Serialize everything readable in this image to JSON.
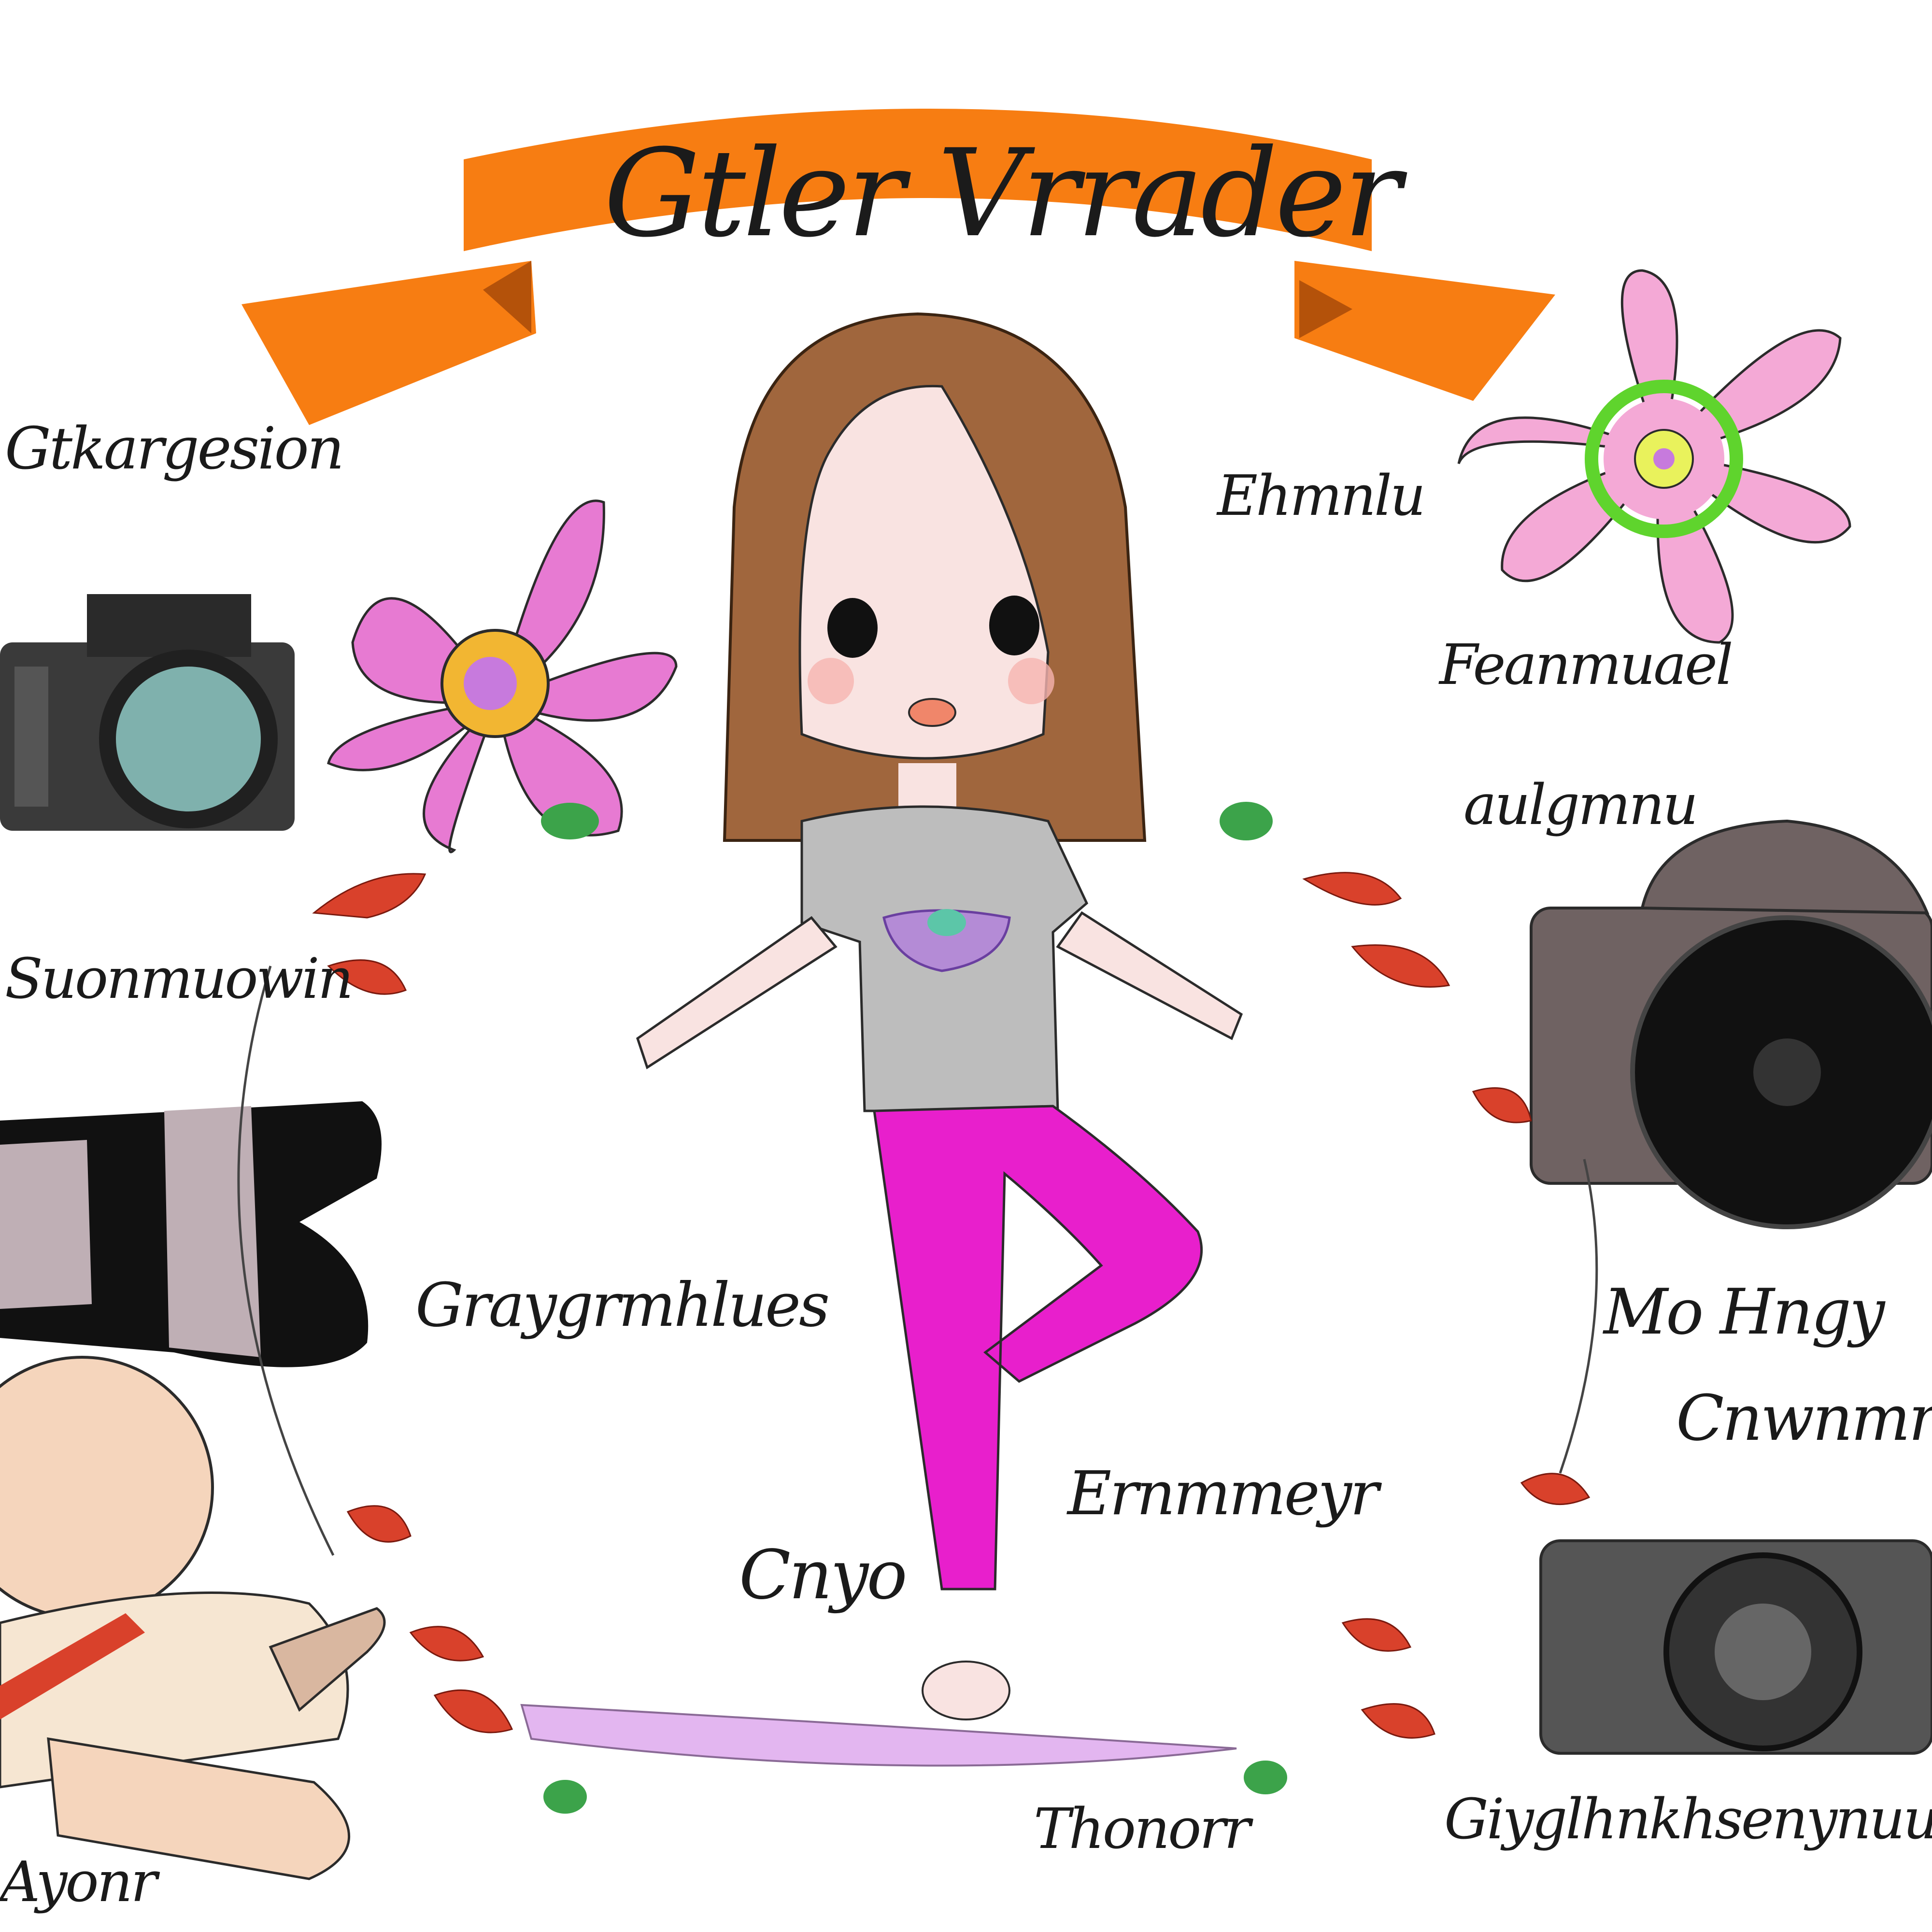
{
  "banner": {
    "title": "Gtler Vrrader",
    "color": "#F77D12"
  },
  "labels": {
    "top_left": "Gtkargesion",
    "upper_right": "Ehmnlu",
    "right_mid": "Feanmuael",
    "right_low": "aulgmnu",
    "left_mid": "Suonmuowin",
    "center_left": "Graygrmhlues",
    "right_stack_1": "Mo Hngy",
    "right_stack_2": "Cnwnmm",
    "center_right": "Ernmmeyr",
    "center_bottom": "Cnyo",
    "bottom_center": "Thonorr",
    "bottom_right": "Giyglhnkhsenynuur",
    "bottom_left": "Ayonr"
  },
  "colors": {
    "hair": "#A0663D",
    "shirt": "#BDBDBD",
    "leggings": "#E81FCC",
    "flower_left": "#E77AD2",
    "flower_right": "#F4A9D6",
    "camera_body": "#3A3A3A",
    "camera_lens": "#7FB1AD",
    "mat": "#E3B6F0",
    "accent_red": "#D9412B"
  },
  "icons": [
    "girl-figure",
    "camera-icon",
    "flower-icon",
    "lens-icon",
    "baby-figure",
    "yoga-mat"
  ]
}
